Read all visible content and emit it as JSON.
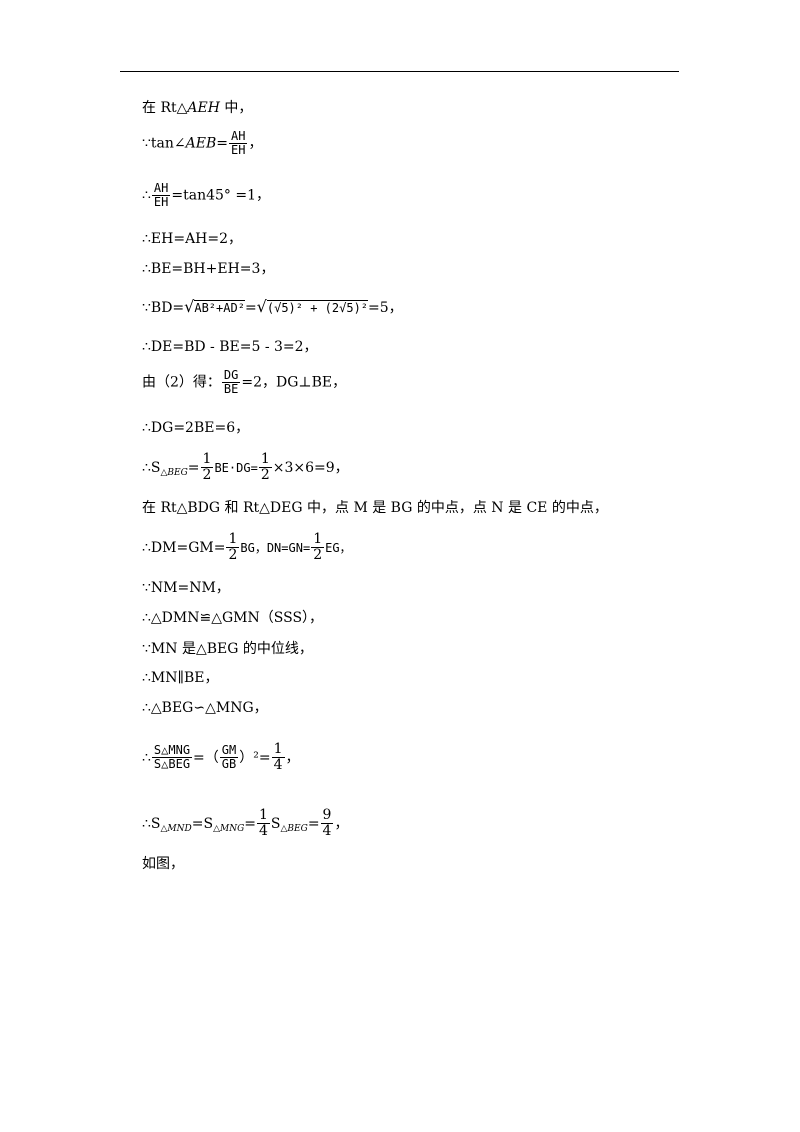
{
  "lines": [
    {
      "id": "l1",
      "pre": "在 Rt△",
      "var": "AEH",
      "post": " 中，"
    },
    {
      "id": "l2",
      "pre": "∵tan∠",
      "var": "AEB",
      "eq": "=",
      "num": "AH",
      "den": "EH",
      "post": "，"
    },
    {
      "id": "l3",
      "pre": "∴",
      "num": "AH",
      "den": "EH",
      "post": "=tan45° =1，"
    },
    {
      "id": "l4",
      "text": "∴EH=AH=2，"
    },
    {
      "id": "l5",
      "text": "∴BE=BH+EH=3，"
    },
    {
      "id": "l6",
      "pre": "∵BD=",
      "sqrt1": "AB²+AD²",
      "mid": "=",
      "sqrt2": "(√5)² + (2√5)²",
      "post": "=5，"
    },
    {
      "id": "l7",
      "text": "∴DE=BD - BE=5 - 3=2，"
    },
    {
      "id": "l8",
      "pre": "由（2）得：",
      "num": "DG",
      "den": "BE",
      "post": "=2，DG⊥BE，"
    },
    {
      "id": "l9",
      "text": "∴DG=2BE=6，"
    },
    {
      "id": "l10",
      "pre": "∴S",
      "sub": "△BEG",
      "eq": "=",
      "num1": "1",
      "den1": "2",
      "mid": "BE·DG=",
      "num2": "1",
      "den2": "2",
      "post": "×3×6=9，"
    },
    {
      "id": "l11",
      "text": "在 Rt△BDG 和 Rt△DEG 中，点 M 是 BG 的中点，点 N 是 CE 的中点，"
    },
    {
      "id": "l12",
      "pre": "∴DM=GM=",
      "num1": "1",
      "den1": "2",
      "mid": "BG，DN=GN=",
      "num2": "1",
      "den2": "2",
      "post": "EG，"
    },
    {
      "id": "l13",
      "text": "∵NM=NM，"
    },
    {
      "id": "l14",
      "text": "∴△DMN≌△GMN（SSS），"
    },
    {
      "id": "l15",
      "text": "∵MN 是△BEG 的中位线，"
    },
    {
      "id": "l16",
      "text": "∴MN∥BE，"
    },
    {
      "id": "l17",
      "text": "∴△BEG∽△MNG，"
    },
    {
      "id": "l18",
      "pre": "∴",
      "num1": "S△MNG",
      "den1": "S△BEG",
      "mid": "=（",
      "num2": "GM",
      "den2": "GB",
      "sup": "）²=",
      "num3": "1",
      "den3": "4",
      "post": "，"
    },
    {
      "id": "l19",
      "pre": "∴S",
      "sub1": "△MND",
      "eq1": "=S",
      "sub2": "△MNG",
      "eq2": "=",
      "num1": "1",
      "den1": "4",
      "mid": "S",
      "sub3": "△BEG",
      "eq3": "=",
      "num2": "9",
      "den2": "4",
      "post": "，"
    },
    {
      "id": "l20",
      "text": "如图，"
    }
  ]
}
